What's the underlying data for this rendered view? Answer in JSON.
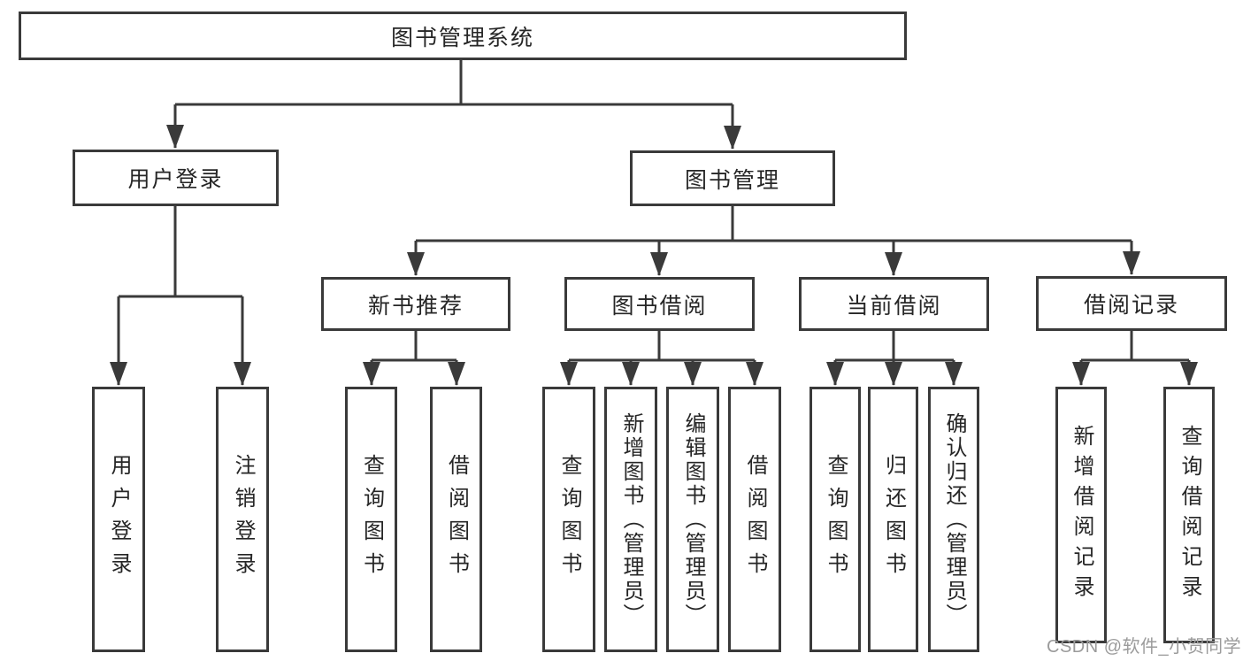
{
  "root_label": "图书管理系统",
  "branches": {
    "user_login": {
      "label": "用户登录",
      "children": [
        "用户登录",
        "注销登录"
      ]
    },
    "book_mgmt": {
      "label": "图书管理"
    }
  },
  "modules": {
    "new_book_rec": {
      "label": "新书推荐",
      "children": [
        "查询图书",
        "借阅图书"
      ]
    },
    "book_borrow": {
      "label": "图书借阅",
      "children": [
        "查询图书",
        "新增图书（管理员）",
        "编辑图书（管理员）",
        "借阅图书"
      ]
    },
    "current_borrow": {
      "label": "当前借阅",
      "children": [
        "查询图书",
        "归还图书",
        "确认归还（管理员）"
      ]
    },
    "borrow_records": {
      "label": "借阅记录",
      "children": [
        "新增借阅记录",
        "查询借阅记录"
      ]
    }
  },
  "watermark": "CSDN @软件_小贺同学",
  "colors": {
    "line": "#3a3a3a",
    "text": "#262626",
    "watermark": "#9b9b9b",
    "background": "#ffffff"
  }
}
